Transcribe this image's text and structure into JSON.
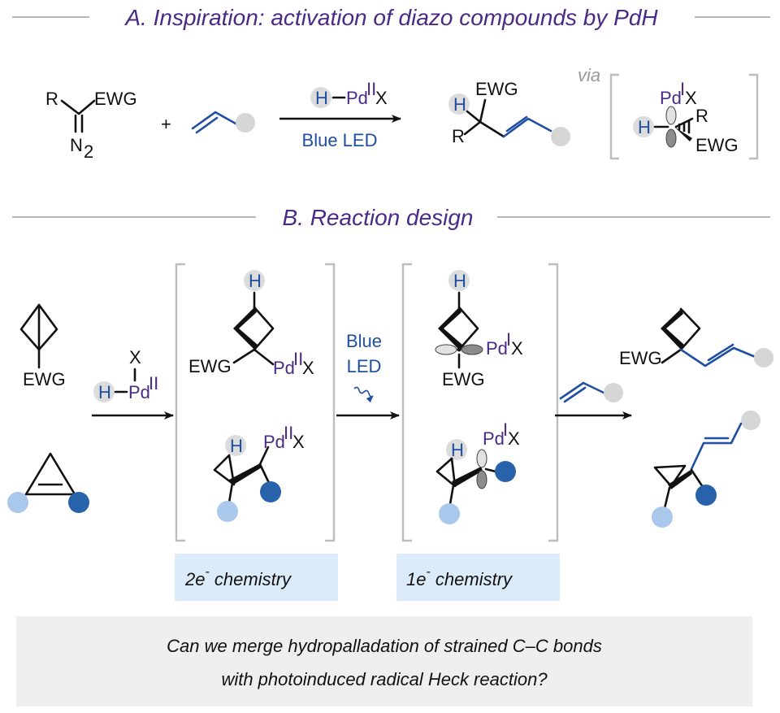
{
  "header_a": "A. Inspiration: activation of diazo compounds by PdH",
  "header_b": "B. Reaction design",
  "labels": {
    "R": "R",
    "EWG": "EWG",
    "N": "N",
    "sub2": "2",
    "plus": "+",
    "H": "H",
    "X": "X",
    "Pd": "Pd",
    "PdII_sup": "II",
    "PdI_sup": "I",
    "via": "via",
    "blue_led": "Blue LED",
    "blue": "Blue",
    "led": "LED"
  },
  "box_2e": {
    "base": "2e",
    "sup": "-",
    "rest": " chemistry"
  },
  "box_1e": {
    "base": "1e",
    "sup": "-",
    "rest": " chemistry"
  },
  "question": {
    "line1": "Can we merge hydropalladation of strained C–C bonds",
    "line2": "with photoinduced radical Heck reaction?"
  },
  "colors": {
    "header_purple": "#4b2a86",
    "blue_bond": "#1f4fa3",
    "light_blue_dot": "#a9c8eb",
    "dark_blue_dot": "#2762ab",
    "gray_dot": "#d6d6d6",
    "h_circle": "#dcdcdc",
    "box_blue": "#dcebfa",
    "question_bg": "#efefef"
  }
}
